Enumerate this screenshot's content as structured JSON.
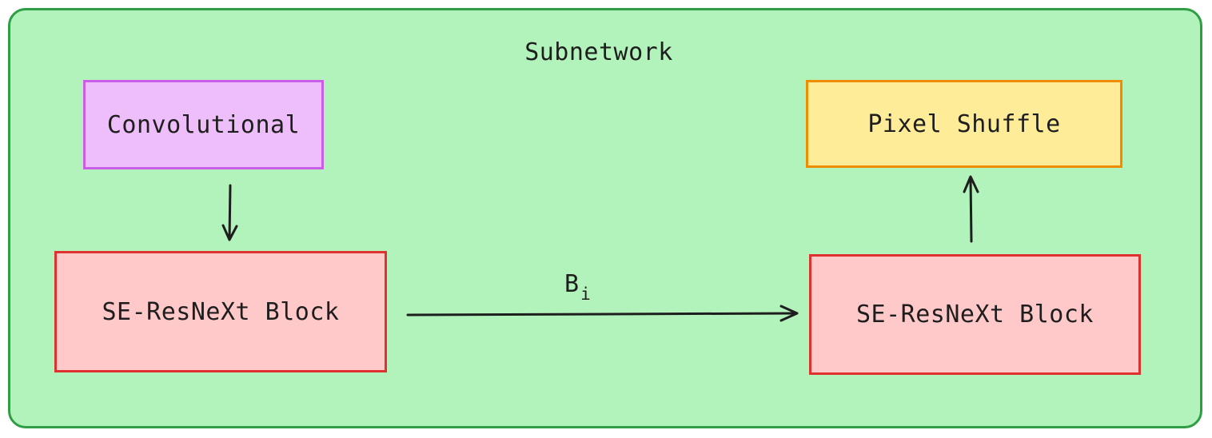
{
  "container": {
    "title": "Subnetwork"
  },
  "nodes": {
    "convolutional": "Convolutional",
    "pixel_shuffle": "Pixel Shuffle",
    "se_block_left": "SE-ResNeXt Block",
    "se_block_right": "SE-ResNeXt Block"
  },
  "edges": {
    "se_to_se_label_main": "B",
    "se_to_se_label_sub": "i"
  },
  "colors": {
    "container_fill": "#b2f2bb",
    "container_stroke": "#2f9e44",
    "conv_fill": "#eebefa",
    "conv_stroke": "#cc5de8",
    "pixel_fill": "#ffec99",
    "pixel_stroke": "#f08c00",
    "se_fill": "#ffc9c9",
    "se_stroke": "#e03131",
    "arrow": "#1e1e1e"
  }
}
